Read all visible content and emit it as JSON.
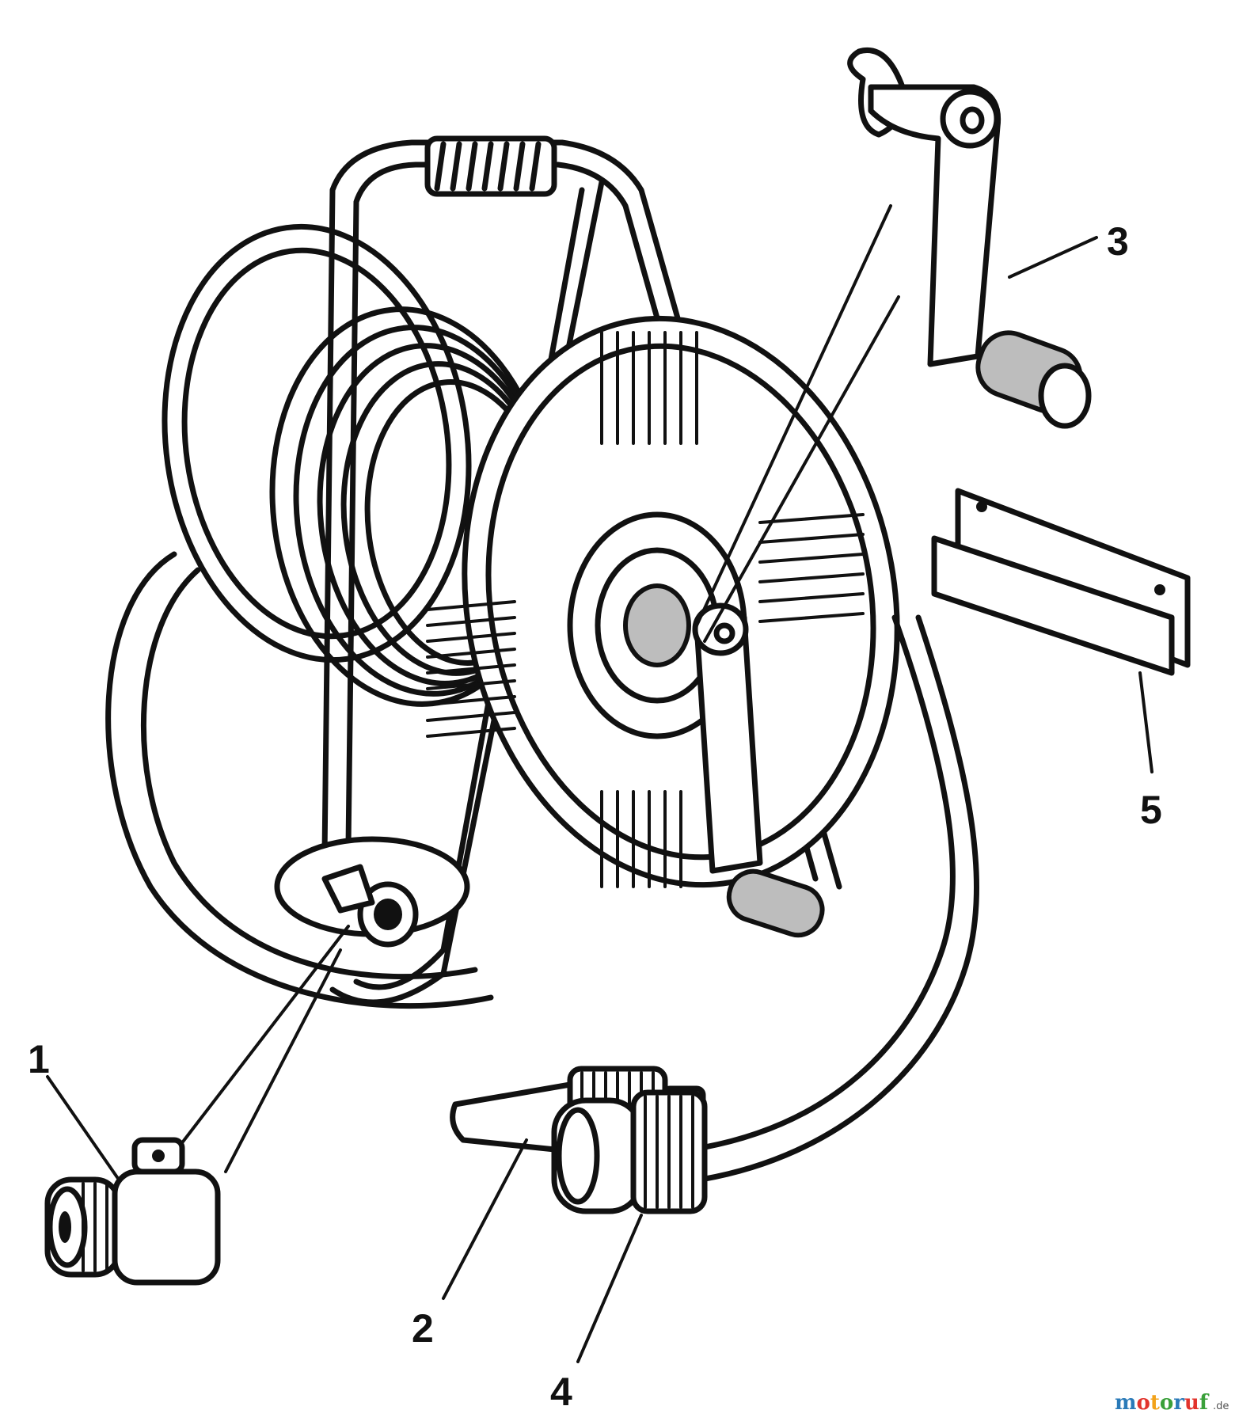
{
  "callouts": [
    {
      "number": "1"
    },
    {
      "number": "2"
    },
    {
      "number": "3"
    },
    {
      "number": "4"
    },
    {
      "number": "5"
    }
  ],
  "watermark": {
    "letters": [
      "m",
      "o",
      "t",
      "o",
      "r",
      "u",
      "f"
    ],
    "suffix": ".de",
    "colors": [
      "#2a7ab8",
      "#e2342d",
      "#f2a21a",
      "#3aa03a",
      "#2a7ab8",
      "#e2342d",
      "#3aa03a"
    ]
  }
}
